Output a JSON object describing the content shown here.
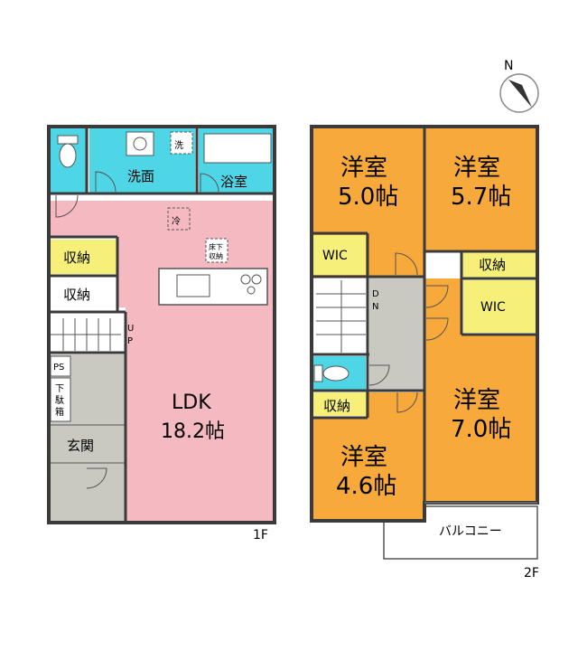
{
  "compass": {
    "letter": "N"
  },
  "floor1": {
    "label": "1F",
    "washroom": "洗面",
    "bath": "浴室",
    "washer": "洗",
    "fridge": "冷",
    "underfloor": [
      "床下",
      "収納"
    ],
    "storage_upper": "収納",
    "storage_lower": "収納",
    "stairs_up": [
      "U",
      "P"
    ],
    "ps": "PS",
    "shoebox": [
      "下",
      "駄",
      "箱"
    ],
    "entrance": "玄関",
    "ldk_name": "LDK",
    "ldk_size": "18.2帖"
  },
  "floor2": {
    "label": "2F",
    "room_a_name": "洋室",
    "room_a_size": "5.0帖",
    "room_b_name": "洋室",
    "room_b_size": "5.7帖",
    "wic_left": "WIC",
    "storage_right": "収納",
    "wic_right": "WIC",
    "stairs_dn": [
      "D",
      "N"
    ],
    "storage_left": "収納",
    "room_c_name": "洋室",
    "room_c_size": "4.6帖",
    "room_d_name": "洋室",
    "room_d_size": "7.0帖",
    "balcony": "バルコニー"
  },
  "colors": {
    "ldk": "#f5b9c1",
    "wet": "#4fd6e6",
    "storage": "#f6f07a",
    "room": "#f7a93b",
    "floor": "#c9c9c1",
    "wall": "#3a3a3a"
  }
}
